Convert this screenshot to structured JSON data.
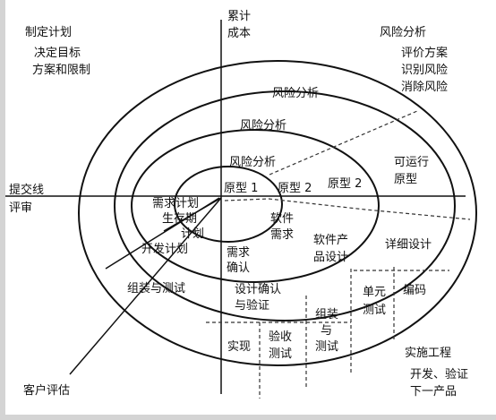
{
  "quadrants": {
    "planning": {
      "title": "制定计划"
    },
    "objectives": {
      "line1": "决定目标",
      "line2": "方案和限制"
    },
    "risk_analysis": {
      "title": "风险分析",
      "line1": "评价方案",
      "line2": "识别风险",
      "line3": "消除风险"
    },
    "engineering": {
      "title": "实施工程",
      "line1": "开发、验证",
      "line2": "下一产品"
    },
    "customer": {
      "title": "客户评估"
    }
  },
  "axes": {
    "cost": {
      "line1": "累计",
      "line2": "成本"
    },
    "review": {
      "line1": "提交线",
      "line2": "评审"
    }
  },
  "spiral": {
    "risk_labels": [
      "风险分析",
      "风险分析",
      "风险分析"
    ],
    "prototypes": [
      "原型 1",
      "原型 2",
      "原型 2"
    ],
    "operational_prototype": {
      "line1": "可运行",
      "line2": "原型"
    },
    "requirements_plan": {
      "line1": "需求计划",
      "line2": "生存期",
      "line3": "计划"
    },
    "dev_plan": "开发计划",
    "integration_test_plan": "组装与测试",
    "software_requirements": {
      "line1": "软件",
      "line2": "需求"
    },
    "requirements_validation": {
      "line1": "需求",
      "line2": "确认"
    },
    "product_design": {
      "line1": "软件产",
      "line2": "品设计"
    },
    "design_verification": {
      "line1": "设计确认",
      "line2": "与验证"
    },
    "detailed_design": "详细设计",
    "coding": "编码",
    "unit_test": {
      "line1": "单元",
      "line2": "测试"
    },
    "integration_test": {
      "line1": "组装",
      "line2": "与",
      "line3": "测试"
    },
    "acceptance_test": {
      "line1": "验收",
      "line2": "测试"
    },
    "implementation": "实现"
  }
}
